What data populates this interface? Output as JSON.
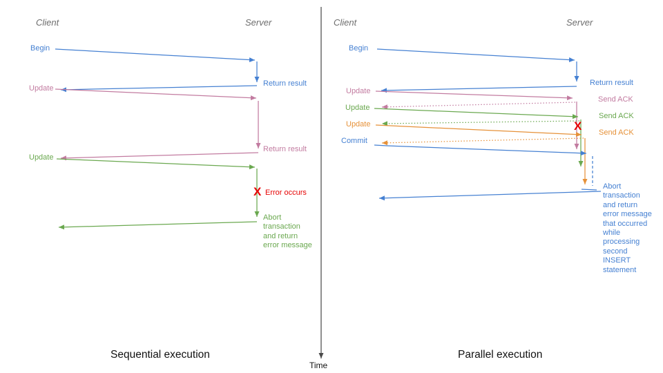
{
  "colors": {
    "blue": "#4580d2",
    "pink": "#c27ba0",
    "green": "#6aa84f",
    "orange": "#e69138",
    "red": "#e60202",
    "gray": "#6d6d6d",
    "axis": "#4a4a4a",
    "text": "#111111"
  },
  "time_axis": {
    "label": "Time"
  },
  "sequential": {
    "title": "Sequential execution",
    "client_header": "Client",
    "server_header": "Server",
    "labels": {
      "begin": "Begin",
      "return_result_1": "Return result",
      "update_1": "Update",
      "return_result_2": "Return result",
      "update_2": "Update",
      "error_x": "X",
      "error_occurs": "Error occurs",
      "abort": "Abort\ntransaction\nand return\nerror message"
    }
  },
  "parallel": {
    "title": "Parallel execution",
    "client_header": "Client",
    "server_header": "Server",
    "labels": {
      "begin": "Begin",
      "return_result": "Return result",
      "update_1": "Update",
      "send_ack_1": "Send ACK",
      "update_2": "Update",
      "send_ack_2": "Send ACK",
      "update_3": "Update",
      "send_ack_3": "Send ACK",
      "commit": "Commit",
      "error_x": "X",
      "abort": "Abort\ntransaction\nand return\nerror message\nthat occurred\nwhile\nprocessing\nsecond\nINSERT\nstatement"
    }
  }
}
